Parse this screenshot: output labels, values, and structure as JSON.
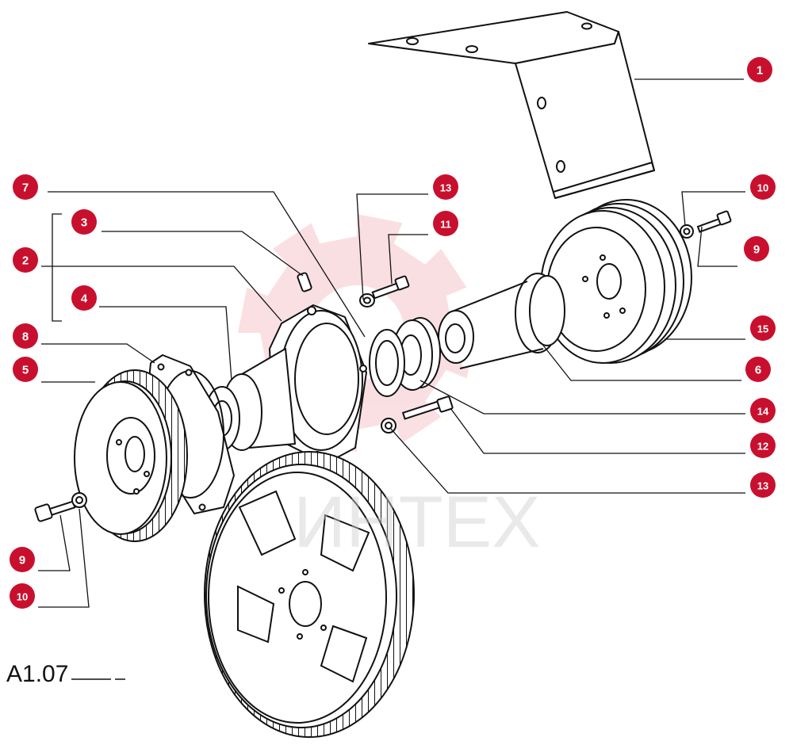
{
  "figure_id": "A1.07",
  "watermark_text": "ИНТЕХ",
  "colors": {
    "callout": "#c8102e",
    "line": "#111111",
    "watermark_gear": "#f2a6ad"
  },
  "callouts": [
    {
      "id": "c1",
      "label": "1"
    },
    {
      "id": "c7",
      "label": "7"
    },
    {
      "id": "c13a",
      "label": "13"
    },
    {
      "id": "c10a",
      "label": "10"
    },
    {
      "id": "c3",
      "label": "3"
    },
    {
      "id": "c11",
      "label": "11"
    },
    {
      "id": "c2",
      "label": "2"
    },
    {
      "id": "c9a",
      "label": "9"
    },
    {
      "id": "c4",
      "label": "4"
    },
    {
      "id": "c15",
      "label": "15"
    },
    {
      "id": "c8",
      "label": "8"
    },
    {
      "id": "c5",
      "label": "5"
    },
    {
      "id": "c6",
      "label": "6"
    },
    {
      "id": "c14",
      "label": "14"
    },
    {
      "id": "c12",
      "label": "12"
    },
    {
      "id": "c13b",
      "label": "13"
    },
    {
      "id": "c9b",
      "label": "9"
    },
    {
      "id": "c10b",
      "label": "10"
    }
  ]
}
